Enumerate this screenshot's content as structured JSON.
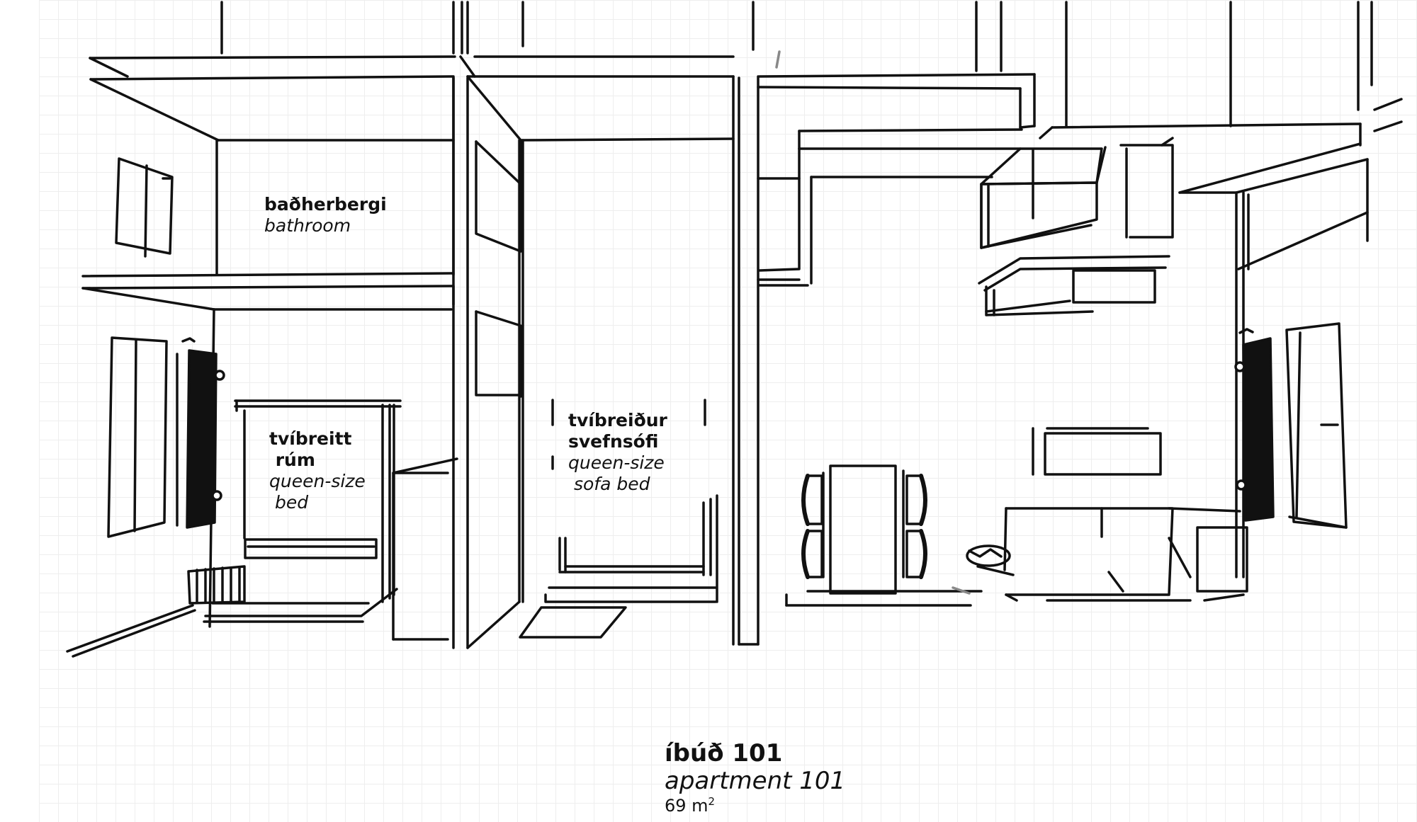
{
  "rooms": {
    "bathroom": {
      "label_is": "baðherbergi",
      "label_en": "bathroom"
    },
    "bedroom": {
      "label_is": "tvíbreitt\n rúm",
      "label_en": "queen-size\n bed"
    },
    "living": {
      "label_is": "tvíbreiður\nsvefnsófi",
      "label_en": "queen-size\n sofa bed"
    }
  },
  "apartment": {
    "name_is": "íbúð 101",
    "name_en": "apartment 101",
    "area_value": "69 m",
    "area_unit_sup": "2"
  },
  "colors": {
    "line": "#111111",
    "grid": "#eeeeee",
    "background": "#ffffff"
  }
}
